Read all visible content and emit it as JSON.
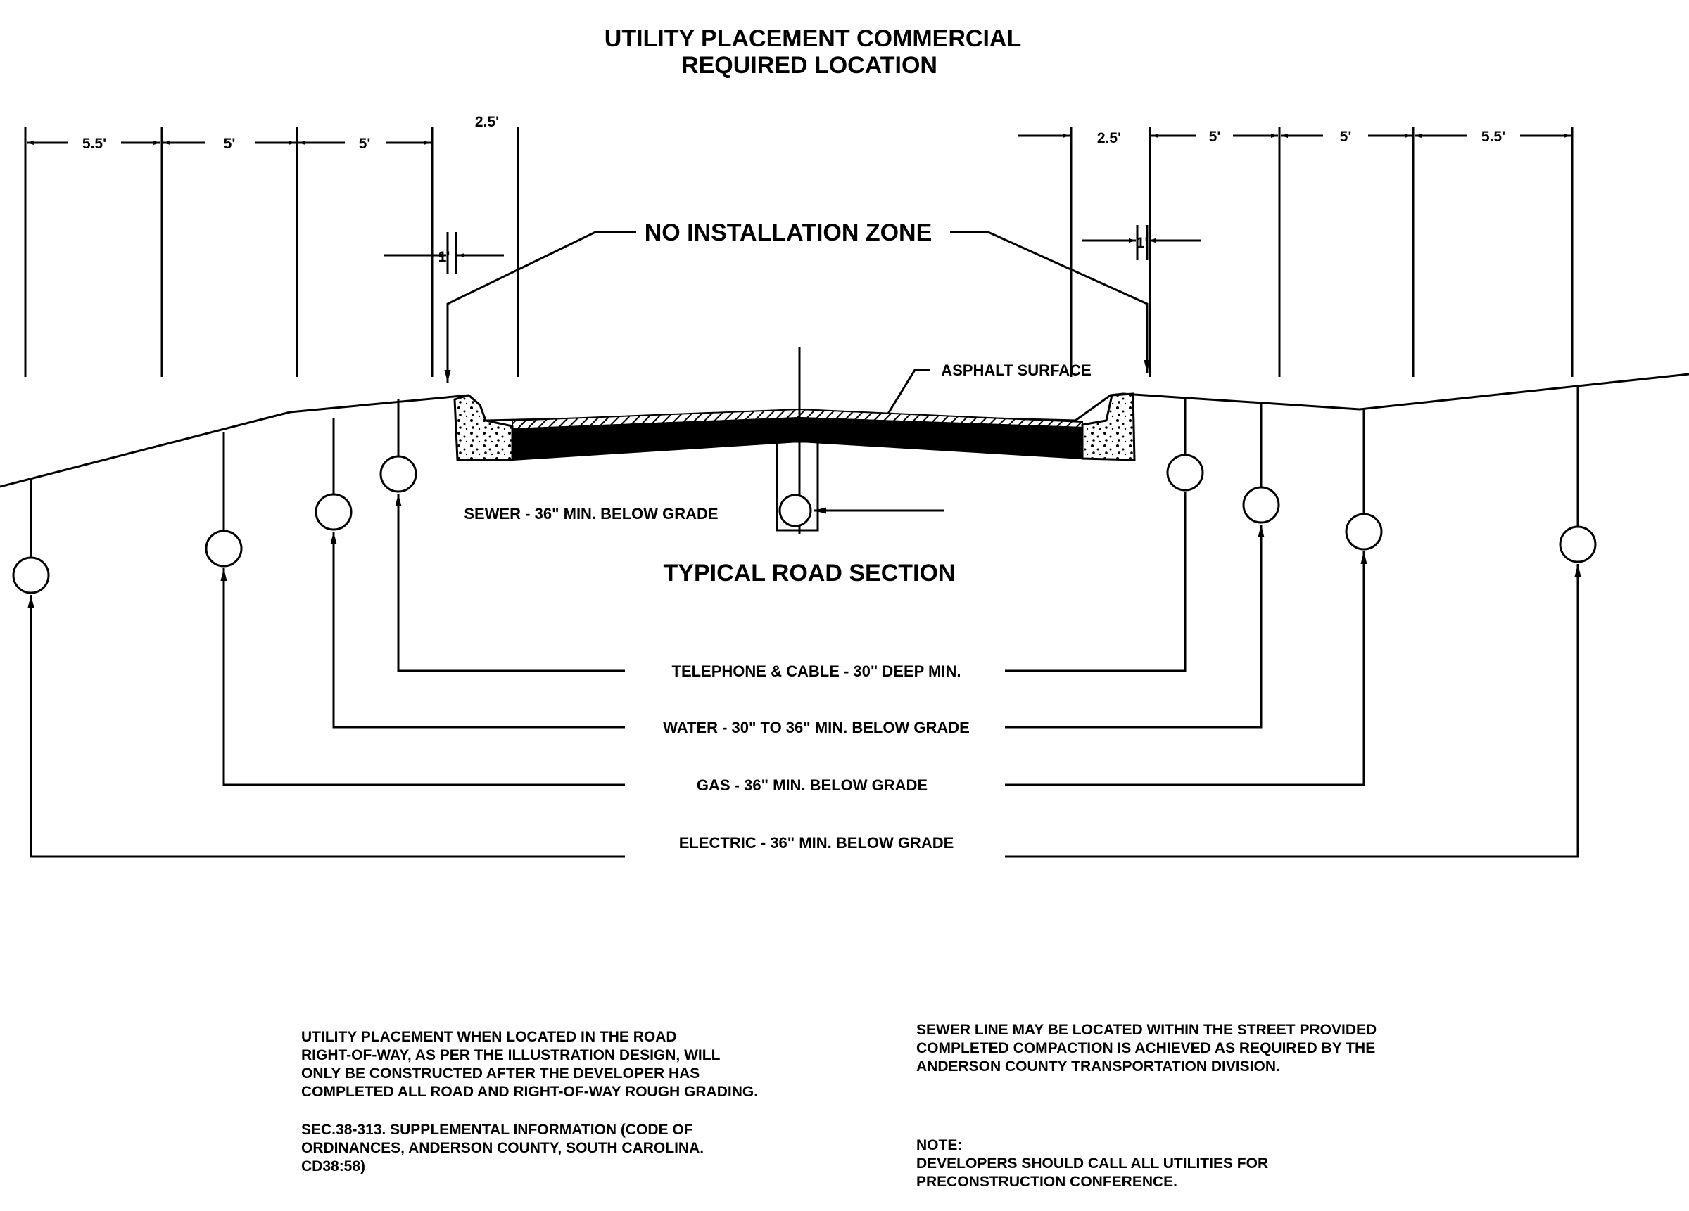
{
  "title": {
    "line1": "UTILITY PLACEMENT COMMERCIAL",
    "line2": "REQUIRED LOCATION"
  },
  "dimensions": {
    "left": [
      "5.5'",
      "5'",
      "5'",
      "2.5'"
    ],
    "right": [
      "2.5'",
      "5'",
      "5'",
      "5.5'"
    ],
    "offset_left": "1'",
    "offset_right": "1'"
  },
  "labels": {
    "no_installation_zone": "NO INSTALLATION ZONE",
    "asphalt_surface": "ASPHALT SURFACE",
    "sewer": "SEWER - 36\" MIN. BELOW GRADE",
    "typical_road_section": "TYPICAL ROAD SECTION",
    "telephone": "TELEPHONE & CABLE - 30\" DEEP MIN.",
    "water": "WATER - 30\" TO 36\" MIN. BELOW GRADE",
    "gas": "GAS - 36\" MIN. BELOW GRADE",
    "electric": "ELECTRIC - 36\" MIN. BELOW GRADE"
  },
  "notes": {
    "left_1": "UTILITY PLACEMENT WHEN LOCATED IN THE ROAD\nRIGHT-OF-WAY, AS PER THE ILLUSTRATION DESIGN, WILL\nONLY BE CONSTRUCTED AFTER THE DEVELOPER HAS\nCOMPLETED ALL ROAD AND RIGHT-OF-WAY ROUGH GRADING.",
    "left_2": "SEC.38-313. SUPPLEMENTAL INFORMATION (CODE OF\nORDINANCES, ANDERSON COUNTY, SOUTH CAROLINA.\nCD38:58)",
    "right_1": "SEWER LINE MAY BE LOCATED WITHIN THE STREET PROVIDED\nCOMPLETED COMPACTION IS ACHIEVED AS REQUIRED BY THE\nANDERSON COUNTY TRANSPORTATION DIVISION.",
    "right_2": "NOTE:\nDEVELOPERS SHOULD CALL ALL UTILITIES FOR\nPRECONSTRUCTION CONFERENCE."
  }
}
